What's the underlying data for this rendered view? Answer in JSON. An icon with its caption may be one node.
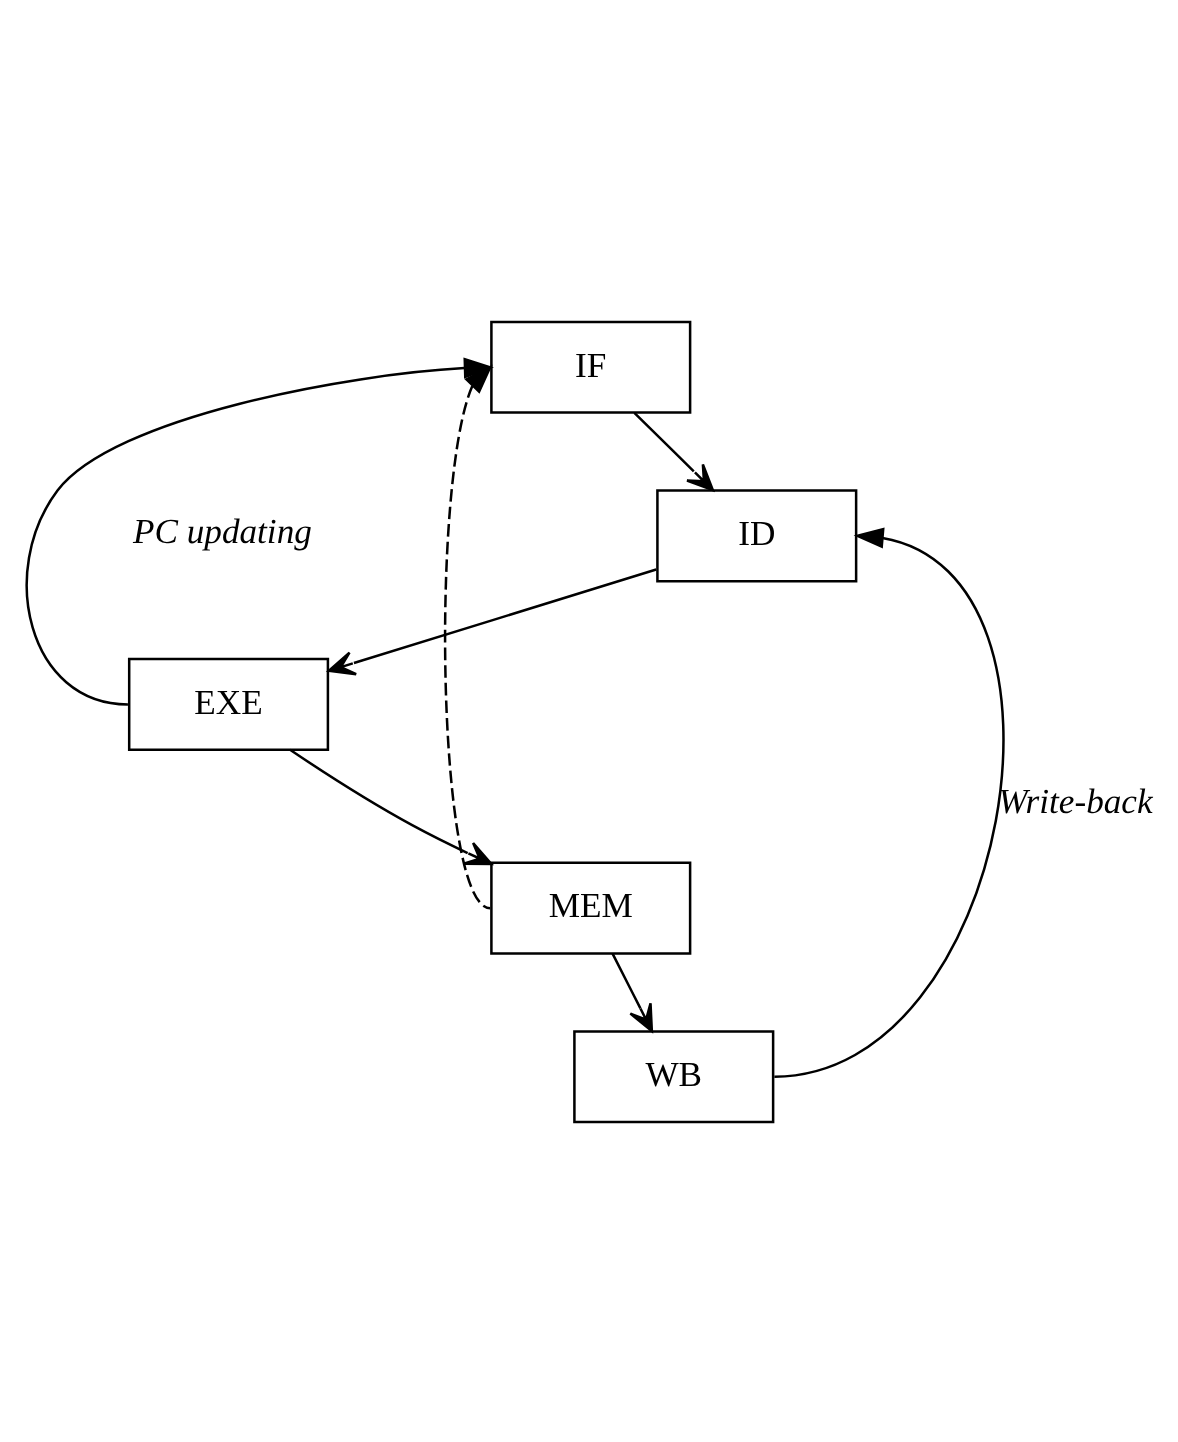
{
  "diagram": {
    "nodes": [
      {
        "text": [
          "IF"
        ]
      },
      {
        "text": [
          "ID"
        ]
      },
      {
        "text": [
          "EXE"
        ]
      },
      {
        "text": [
          "MEM"
        ]
      },
      {
        "text": [
          "WB"
        ]
      }
    ],
    "edges": [
      {
        "from": 0,
        "to": 1,
        "arrow": "to"
      },
      {
        "from": 1,
        "to": 2,
        "arrow": "to"
      },
      {
        "from": 2,
        "to": 3,
        "arrow": "to"
      },
      {
        "from": 3,
        "to": 4,
        "arrow": "to"
      },
      {
        "from": 2,
        "to": 0,
        "arrow": "to"
      },
      {
        "from": 3,
        "to": 0,
        "arrow": "to",
        "style": "dashed"
      },
      {
        "from": 4,
        "to": 1,
        "arrow": "to",
        "label": "Write-back"
      }
    ],
    "labels": [
      "PC updating"
    ]
  }
}
